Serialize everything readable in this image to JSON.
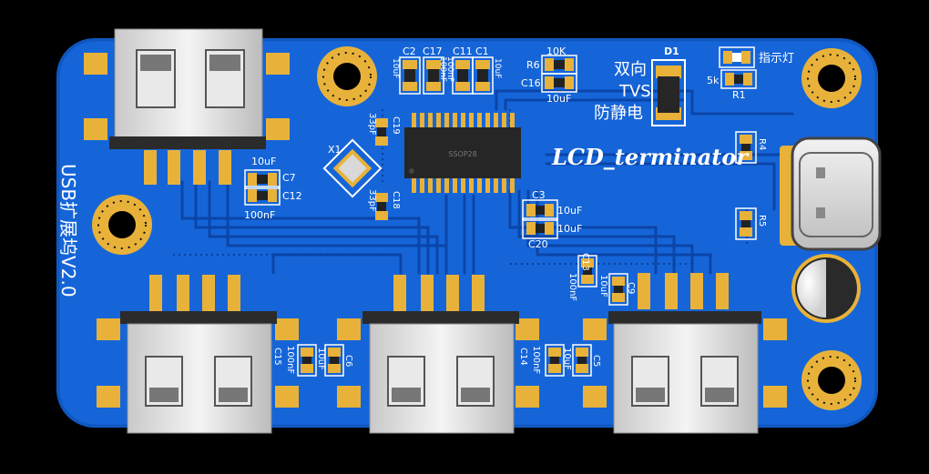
{
  "board": {
    "title": "USB扩展坞V2.0",
    "name": "LCD_terminator",
    "tvs_line1": "双向",
    "tvs_line2": "TVS",
    "tvs_line3": "防静电",
    "indicator": "指示灯",
    "ic_marking": "SSOP28"
  },
  "colors": {
    "pcb": "#1565d8",
    "pcb_dark": "#0d47a1",
    "gold": "#e8b23a",
    "silkscreen": "#ffffff",
    "background": "#000000"
  },
  "labels": {
    "d1": "D1",
    "c2": "C2",
    "c17": "C17",
    "c11": "C11",
    "c1": "C1",
    "v_c2": "10uF",
    "v_c17": "100nF",
    "v_c11": "100nF",
    "v_c1": "10uF",
    "r6_val": "10K",
    "r6": "R6",
    "c16": "C16",
    "v_c16": "10uF",
    "r1_val": "5k",
    "r1": "R1",
    "c19": "C19",
    "v_c19": "33pF",
    "x1": "X1",
    "c18": "C18",
    "v_c18": "33pF",
    "v_c7": "10uF",
    "c7": "C7",
    "c12": "C12",
    "v_c12": "100nF",
    "c3": "C3",
    "v_c3": "10uF",
    "v_c20": "10uF",
    "c20": "C20",
    "r4": "R4",
    "r5": "R5",
    "c13": "C13",
    "v_c13": "100nF",
    "v_c9": "10uF",
    "c9": "C9",
    "c15": "C15",
    "v_c15": "100nF",
    "v_c6": "10uF",
    "c6": "C6",
    "c14": "C14",
    "v_c14": "100nF",
    "v_c5": "10uF",
    "c5": "C5"
  }
}
